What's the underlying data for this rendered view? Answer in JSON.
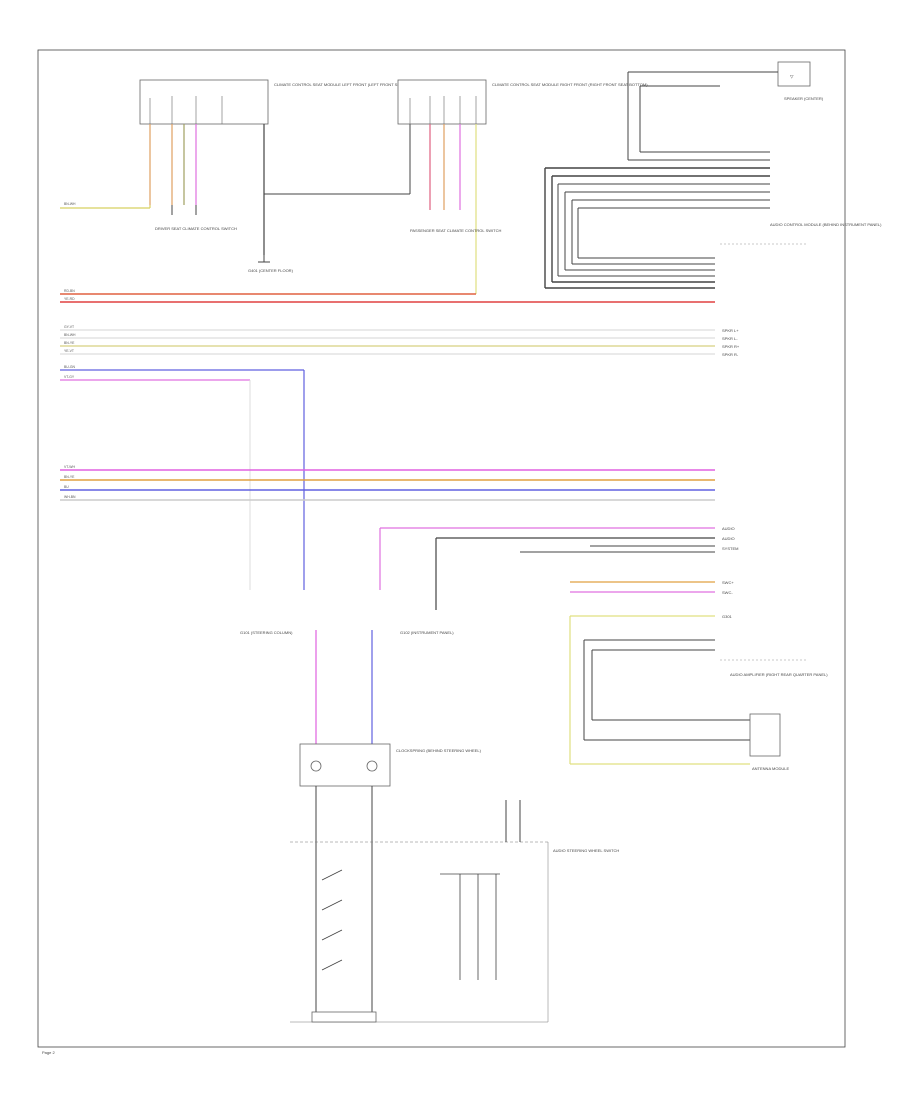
{
  "components": {
    "hvac_left": "CLIMATE CONTROL\nSEAT MODULE\nLEFT FRONT\n(LEFT FRONT SEAT\nBOTTOM)",
    "hvac_right": "CLIMATE CONTROL\nSEAT MODULE\nRIGHT FRONT\n(RIGHT FRONT SEAT\nBOTTOM)",
    "seat_switch_left": "DRIVER SEAT\nCLIMATE CONTROL\nSWITCH",
    "seat_switch_right": "PASSENGER SEAT\nCLIMATE CONTROL\nSWITCH",
    "ground_left": "G401\n(CENTER FLOOR)",
    "speaker_top": "SPEAKER\n(CENTER)",
    "audio_module": "AUDIO CONTROL\nMODULE\n(BEHIND INSTRUMENT PANEL)",
    "steering_switch": "CLOCKSPRING\n(BEHIND STEERING\nWHEEL)",
    "steering_control": "AUDIO STEERING\nWHEEL SWITCH",
    "ground_c1": "G101\n(STEERING\nCOLUMN)",
    "ground_c2": "G102\n(INSTRUMENT PANEL)",
    "antenna": "ANTENNA\nMODULE",
    "amp_module": "AUDIO AMPLIFIER\n(RIGHT REAR\nQUARTER PANEL)",
    "ground_right": "G301",
    "footer": "Page 2"
  },
  "left_wires": [
    {
      "label": "BN-WH",
      "color": "#d8d060"
    },
    {
      "label": "RD-BN",
      "color": "#e06040"
    },
    {
      "label": "YE-RD",
      "color": "#e04040"
    },
    {
      "label": "GY-VT",
      "color": "#cccccc"
    },
    {
      "label": "BN-WH",
      "color": "#cccccc"
    },
    {
      "label": "BN-YE",
      "color": "#d8d080"
    },
    {
      "label": "YE-VT",
      "color": "#cccccc"
    },
    {
      "label": "BU-GN",
      "color": "#6060e0"
    },
    {
      "label": "VT-GY",
      "color": "#e070e0"
    }
  ],
  "bus_wires": [
    {
      "label": "VT-WH",
      "color": "#e060e0"
    },
    {
      "label": "BN-YE",
      "color": "#e0a040"
    },
    {
      "label": "BU",
      "color": "#6060e0"
    },
    {
      "label": "WH-BN",
      "color": "#cccccc"
    }
  ],
  "right_labels": {
    "r1": "SPKR L+",
    "r2": "SPKR L-",
    "r3": "SPKR R+",
    "r4": "SPKR R-",
    "r5": "AUDIO",
    "r6": "AUDIO",
    "r7": "SYSTEM",
    "r8": "SWC+",
    "r9": "SWC-"
  }
}
